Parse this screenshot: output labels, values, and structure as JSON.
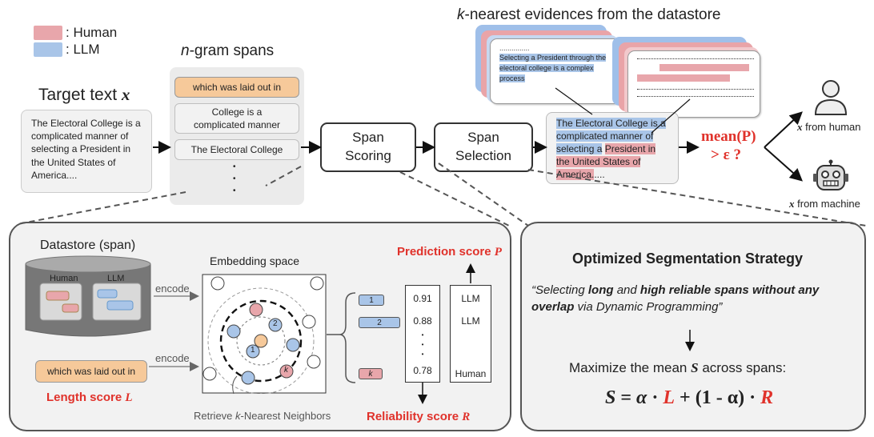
{
  "legend": {
    "human": ": Human",
    "llm": ": LLM"
  },
  "top": {
    "target_title": "Target text",
    "target_var": "x",
    "target_text": "The Electoral College is a complicated manner of selecting a President in the United States of America....",
    "ngram_title_var": "n",
    "ngram_title_rest": "-gram spans",
    "ngram_spans": [
      "which was laid out in",
      "College is a complicated manner",
      "The Electoral College"
    ],
    "ngram_dots": "•",
    "span_scoring": "Span Scoring",
    "span_selection": "Span Selection",
    "knn_title_var": "k",
    "knn_title_rest": "-nearest evidences from the datastore",
    "evidence_card1": "Selecting a President through the electoral college is a complex process",
    "evidence_dots": "...............",
    "selected_llm": "The Electoral College is a complicated manner of selecting a",
    "selected_human": "President in the United States of America.",
    "selected_tail": "....",
    "decision_line1": "mean(P)",
    "decision_line2": "> ε ?",
    "from_human": "from human",
    "from_machine": "from machine",
    "x_var": "x"
  },
  "bottom_left": {
    "datastore_title": "Datastore (span)",
    "human_label": "Human",
    "llm_label": "LLM",
    "encode1": "encode",
    "encode2": "encode",
    "query_span": "which was laid out in",
    "length_score": "Length score",
    "length_var": "L",
    "embedding_title": "Embedding space",
    "retrieve_prefix": "Retrieve ",
    "retrieve_k": "k",
    "retrieve_suffix": "-Nearest Neighbors",
    "neighbor_labels": [
      "1",
      "2",
      "k"
    ],
    "scores": [
      "0.91",
      "0.88",
      "0.78"
    ],
    "score_dots": "•",
    "predictions": [
      "LLM",
      "LLM",
      "Human"
    ],
    "prediction_score": "Prediction score",
    "prediction_var": "P",
    "reliability_score": "Reliability score",
    "reliability_var": "R"
  },
  "bottom_right": {
    "title": "Optimized Segmentation Strategy",
    "quote_open": "“Selecting ",
    "quote_long": "long",
    "quote_and": " and ",
    "quote_high": "high reliable spans without any overlap",
    "quote_via": " via Dynamic Programming”",
    "maximize_prefix": "Maximize the mean ",
    "maximize_var": "S",
    "maximize_suffix": " across spans:",
    "formula_S": "S",
    "formula_eq": " = ",
    "formula_alpha": "α",
    "formula_dot": " · ",
    "formula_L": "L",
    "formula_plus": " + ",
    "formula_paren": "(1 - α)",
    "formula_R": "R"
  },
  "colors": {
    "human": "#e8a6ab",
    "llm": "#a9c5e8",
    "query": "#f6c99a",
    "accent": "#e0322b",
    "panel": "#f2f2f2"
  }
}
